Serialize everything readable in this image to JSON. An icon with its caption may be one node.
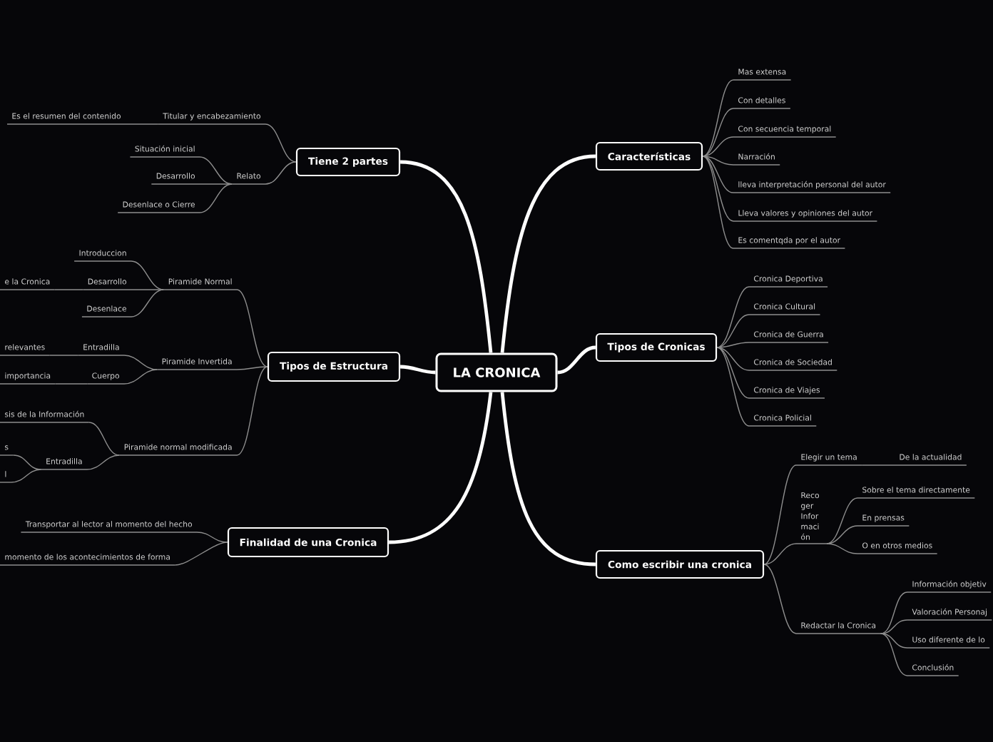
{
  "diagram": {
    "nodes": [
      {
        "text": [
          "LA CRONICA"
        ]
      },
      {
        "text": [
          "Tiene 2 partes"
        ]
      },
      {
        "text": [
          "Titular y encabezamiento"
        ]
      },
      {
        "text": [
          "Es el resumen del contenido"
        ]
      },
      {
        "text": [
          "Relato"
        ]
      },
      {
        "text": [
          "Situación inicial"
        ]
      },
      {
        "text": [
          "Desarrollo"
        ]
      },
      {
        "text": [
          "Desenlace o Cierre"
        ]
      },
      {
        "text": [
          "Tipos de Estructura"
        ]
      },
      {
        "text": [
          "Piramide Normal"
        ]
      },
      {
        "text": [
          "Introduccion"
        ]
      },
      {
        "text": [
          "Desarrollo"
        ]
      },
      {
        "text": [
          "e la Cronica"
        ]
      },
      {
        "text": [
          "Desenlace"
        ]
      },
      {
        "text": [
          "Piramide Invertida"
        ]
      },
      {
        "text": [
          "Entradilla"
        ]
      },
      {
        "text": [
          "relevantes"
        ]
      },
      {
        "text": [
          "Cuerpo"
        ]
      },
      {
        "text": [
          "importancia"
        ]
      },
      {
        "text": [
          "Piramide normal modificada"
        ]
      },
      {
        "text": [
          "sis de la Información"
        ]
      },
      {
        "text": [
          "Entradilla"
        ]
      },
      {
        "text": [
          "s"
        ]
      },
      {
        "text": [
          "l"
        ]
      },
      {
        "text": [
          "Finalidad de una Cronica"
        ]
      },
      {
        "text": [
          "Transportar al lector al momento del hecho"
        ]
      },
      {
        "text": [
          "momento de los acontecimientos de forma"
        ]
      },
      {
        "text": [
          "Características"
        ]
      },
      {
        "text": [
          "Mas extensa"
        ]
      },
      {
        "text": [
          "Con detalles"
        ]
      },
      {
        "text": [
          "Con secuencia temporal"
        ]
      },
      {
        "text": [
          "Narración"
        ]
      },
      {
        "text": [
          "lleva interpretación personal del autor"
        ]
      },
      {
        "text": [
          "Lleva valores y opiniones del autor"
        ]
      },
      {
        "text": [
          "Es comentqda por el autor"
        ]
      },
      {
        "text": [
          "Tipos de Cronicas"
        ]
      },
      {
        "text": [
          "Cronica Deportiva"
        ]
      },
      {
        "text": [
          "Cronica Cultural"
        ]
      },
      {
        "text": [
          "Cronica de Guerra"
        ]
      },
      {
        "text": [
          "Cronica de Sociedad"
        ]
      },
      {
        "text": [
          "Cronica de Viajes"
        ]
      },
      {
        "text": [
          "Cronica Policial"
        ]
      },
      {
        "text": [
          "Como escribir una cronica"
        ]
      },
      {
        "text": [
          "Elegir un tema"
        ]
      },
      {
        "text": [
          "De la actualidad"
        ]
      },
      {
        "text": [
          "Reco ger Infor maci ón"
        ]
      },
      {
        "text": [
          "Sobre el tema directamente"
        ]
      },
      {
        "text": [
          "En prensas"
        ]
      },
      {
        "text": [
          "O en otros medios"
        ]
      },
      {
        "text": [
          "Redactar la Cronica"
        ]
      },
      {
        "text": [
          "Información objetiv"
        ]
      },
      {
        "text": [
          "Valoración Personaj"
        ]
      },
      {
        "text": [
          "Uso diferente de lo"
        ]
      },
      {
        "text": [
          "Conclusión"
        ]
      }
    ],
    "edges": [
      {
        "from": 0,
        "to": 1,
        "arrow": "none",
        "style": "thick",
        "color": "#ffffff"
      },
      {
        "from": 1,
        "to": 2,
        "arrow": "none"
      },
      {
        "from": 2,
        "to": 3,
        "arrow": "none"
      },
      {
        "from": 1,
        "to": 4,
        "arrow": "none"
      },
      {
        "from": 4,
        "to": 5,
        "arrow": "none"
      },
      {
        "from": 4,
        "to": 6,
        "arrow": "none"
      },
      {
        "from": 4,
        "to": 7,
        "arrow": "none"
      },
      {
        "from": 0,
        "to": 8,
        "arrow": "none",
        "style": "thick",
        "color": "#ffffff"
      },
      {
        "from": 8,
        "to": 9,
        "arrow": "none"
      },
      {
        "from": 9,
        "to": 10,
        "arrow": "none"
      },
      {
        "from": 9,
        "to": 11,
        "arrow": "none"
      },
      {
        "from": 11,
        "to": 12,
        "arrow": "none"
      },
      {
        "from": 9,
        "to": 13,
        "arrow": "none"
      },
      {
        "from": 8,
        "to": 14,
        "arrow": "none"
      },
      {
        "from": 14,
        "to": 15,
        "arrow": "none"
      },
      {
        "from": 15,
        "to": 16,
        "arrow": "none"
      },
      {
        "from": 14,
        "to": 17,
        "arrow": "none"
      },
      {
        "from": 17,
        "to": 18,
        "arrow": "none"
      },
      {
        "from": 8,
        "to": 19,
        "arrow": "none"
      },
      {
        "from": 19,
        "to": 20,
        "arrow": "none"
      },
      {
        "from": 19,
        "to": 21,
        "arrow": "none"
      },
      {
        "from": 21,
        "to": 22,
        "arrow": "none"
      },
      {
        "from": 21,
        "to": 23,
        "arrow": "none"
      },
      {
        "from": 0,
        "to": 24,
        "arrow": "none",
        "style": "thick",
        "color": "#ffffff"
      },
      {
        "from": 24,
        "to": 25,
        "arrow": "none"
      },
      {
        "from": 24,
        "to": 26,
        "arrow": "none"
      },
      {
        "from": 0,
        "to": 27,
        "arrow": "none",
        "style": "thick",
        "color": "#ffffff"
      },
      {
        "from": 27,
        "to": 28,
        "arrow": "none"
      },
      {
        "from": 27,
        "to": 29,
        "arrow": "none"
      },
      {
        "from": 27,
        "to": 30,
        "arrow": "none"
      },
      {
        "from": 27,
        "to": 31,
        "arrow": "none"
      },
      {
        "from": 27,
        "to": 32,
        "arrow": "none"
      },
      {
        "from": 27,
        "to": 33,
        "arrow": "none"
      },
      {
        "from": 27,
        "to": 34,
        "arrow": "none"
      },
      {
        "from": 0,
        "to": 35,
        "arrow": "none",
        "style": "thick",
        "color": "#ffffff"
      },
      {
        "from": 35,
        "to": 36,
        "arrow": "none"
      },
      {
        "from": 35,
        "to": 37,
        "arrow": "none"
      },
      {
        "from": 35,
        "to": 38,
        "arrow": "none"
      },
      {
        "from": 35,
        "to": 39,
        "arrow": "none"
      },
      {
        "from": 35,
        "to": 40,
        "arrow": "none"
      },
      {
        "from": 35,
        "to": 41,
        "arrow": "none"
      },
      {
        "from": 0,
        "to": 42,
        "arrow": "none",
        "style": "thick",
        "color": "#ffffff"
      },
      {
        "from": 42,
        "to": 43,
        "arrow": "none"
      },
      {
        "from": 43,
        "to": 44,
        "arrow": "none"
      },
      {
        "from": 42,
        "to": 45,
        "arrow": "none"
      },
      {
        "from": 45,
        "to": 46,
        "arrow": "none"
      },
      {
        "from": 45,
        "to": 47,
        "arrow": "none"
      },
      {
        "from": 45,
        "to": 48,
        "arrow": "none"
      },
      {
        "from": 42,
        "to": 49,
        "arrow": "none"
      },
      {
        "from": 49,
        "to": 50,
        "arrow": "none"
      },
      {
        "from": 49,
        "to": 51,
        "arrow": "none"
      },
      {
        "from": 49,
        "to": 52,
        "arrow": "none"
      },
      {
        "from": 49,
        "to": 53,
        "arrow": "none"
      }
    ]
  }
}
